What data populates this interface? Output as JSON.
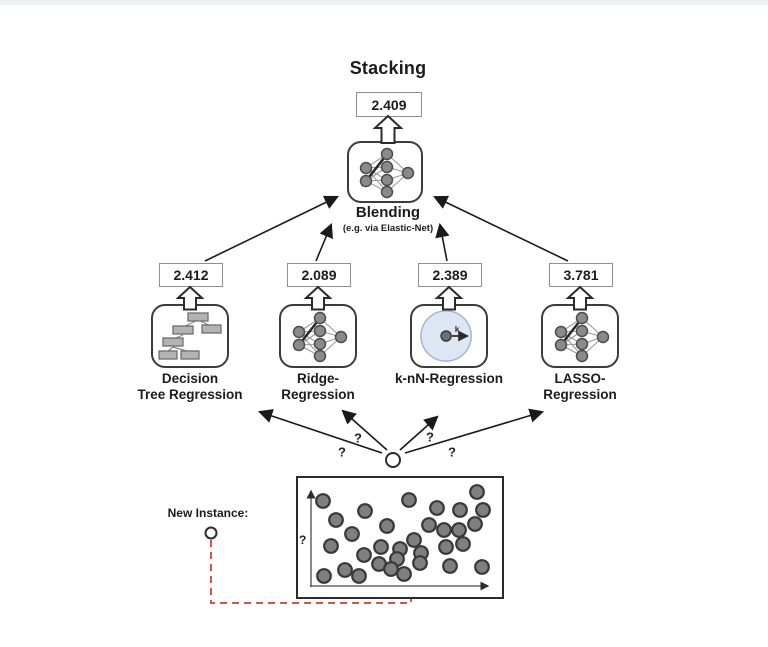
{
  "title": "Stacking",
  "final": {
    "score": "2.409",
    "label": "Blending",
    "sublabel": "(e.g. via Elastic-Net)"
  },
  "models": [
    {
      "score": "2.412",
      "name_line1": "Decision",
      "name_line2": "Tree Regression",
      "icon": "decision-tree-icon"
    },
    {
      "score": "2.089",
      "name_line1": "Ridge-",
      "name_line2": "Regression",
      "icon": "neural-net-icon"
    },
    {
      "score": "2.389",
      "name_line1": "k-nN-Regression",
      "name_line2": "",
      "icon": "knn-radius-icon"
    },
    {
      "score": "3.781",
      "name_line1": "LASSO-",
      "name_line2": "Regression",
      "icon": "neural-net-icon"
    }
  ],
  "question_mark": "?",
  "knn_k_label": "k",
  "new_instance_label": "New Instance:",
  "colors": {
    "text": "#1c1c1c",
    "box_border": "#3c3c3c",
    "red_dash": "#cf584d",
    "knn_circle_fill": "#dde6f3",
    "knn_circle_stroke": "#a3b4d0",
    "scatter_dot_fill": "#7f7f7f",
    "scatter_dot_stroke": "#383838"
  }
}
